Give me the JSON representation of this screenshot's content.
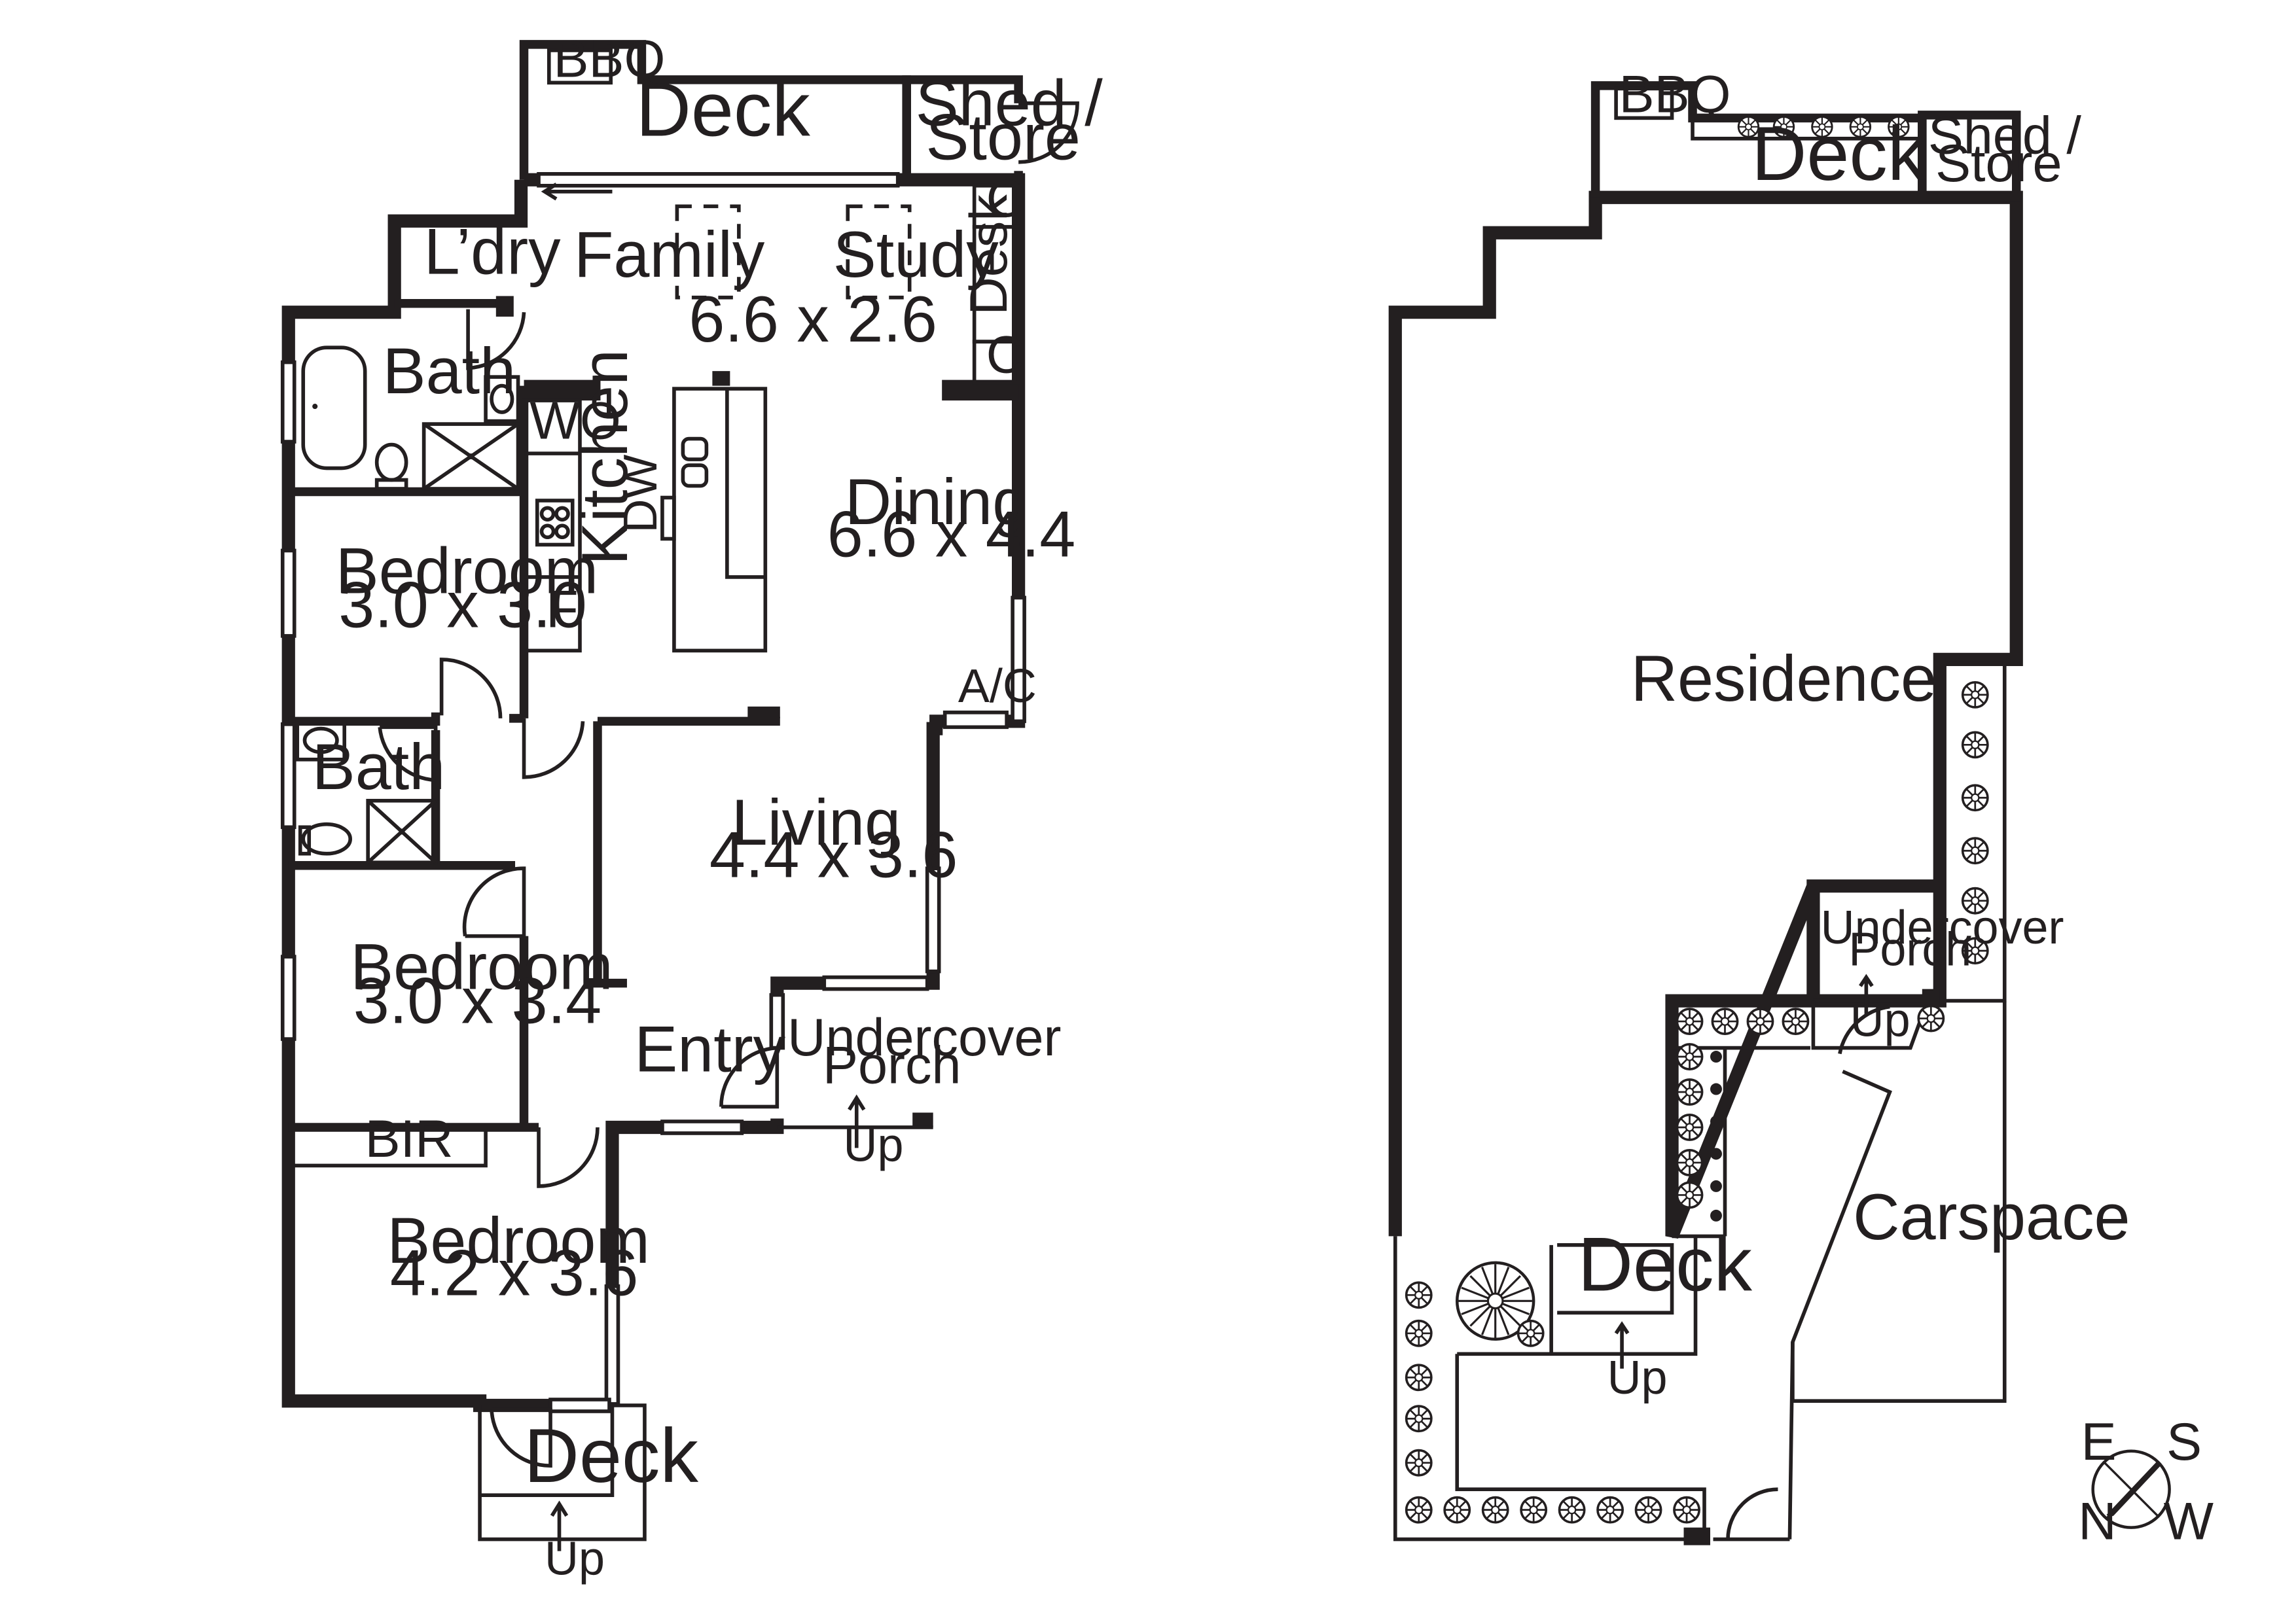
{
  "ground_floor": {
    "deck_top": "Deck",
    "bbq_top": "BBQ",
    "shed_line1": "Shed /",
    "shed_line2": "Store",
    "laundry": "L’dry",
    "family": "Family",
    "study": "Study",
    "family_size": "6.6 x 2.6",
    "cupboard_1": "C",
    "desk": "Desk",
    "cupboard_2": "C",
    "bath_1": "Bath",
    "walk_in_pantry": "WO",
    "kitchen": "Kitchen",
    "dishwasher": "DW",
    "fridge": "F",
    "dining": "Dining",
    "dining_size": "6.6 x 4.4",
    "bedroom_1": "Bedroom",
    "bedroom_1_size": "3.0 x 3.0",
    "aircon": "A/C",
    "bath_2": "Bath",
    "living": "Living",
    "living_size": "4.4 x 3.6",
    "bedroom_2": "Bedroom",
    "bedroom_2_size": "3.0 x 3.4",
    "entry": "Entry",
    "porch_line1": "Undercover",
    "porch_line2": "Porch",
    "porch_up": "Up",
    "bir": "BIR",
    "bedroom_3": "Bedroom",
    "bedroom_3_size": "4.2 x 3.6",
    "deck_bottom": "Deck",
    "deck_bottom_up": "Up"
  },
  "site_plan": {
    "bbq": "BBQ",
    "deck_top": "Deck",
    "shed_line1": "Shed /",
    "shed_line2": "Store",
    "residence": "Residence",
    "porch_line1": "Undercover",
    "porch_line2": "Porch",
    "porch_up": "Up",
    "carspace": "Carspace",
    "deck_front": "Deck",
    "deck_front_up": "Up"
  },
  "compass": {
    "e": "E",
    "s": "S",
    "n": "N",
    "w": "W"
  }
}
